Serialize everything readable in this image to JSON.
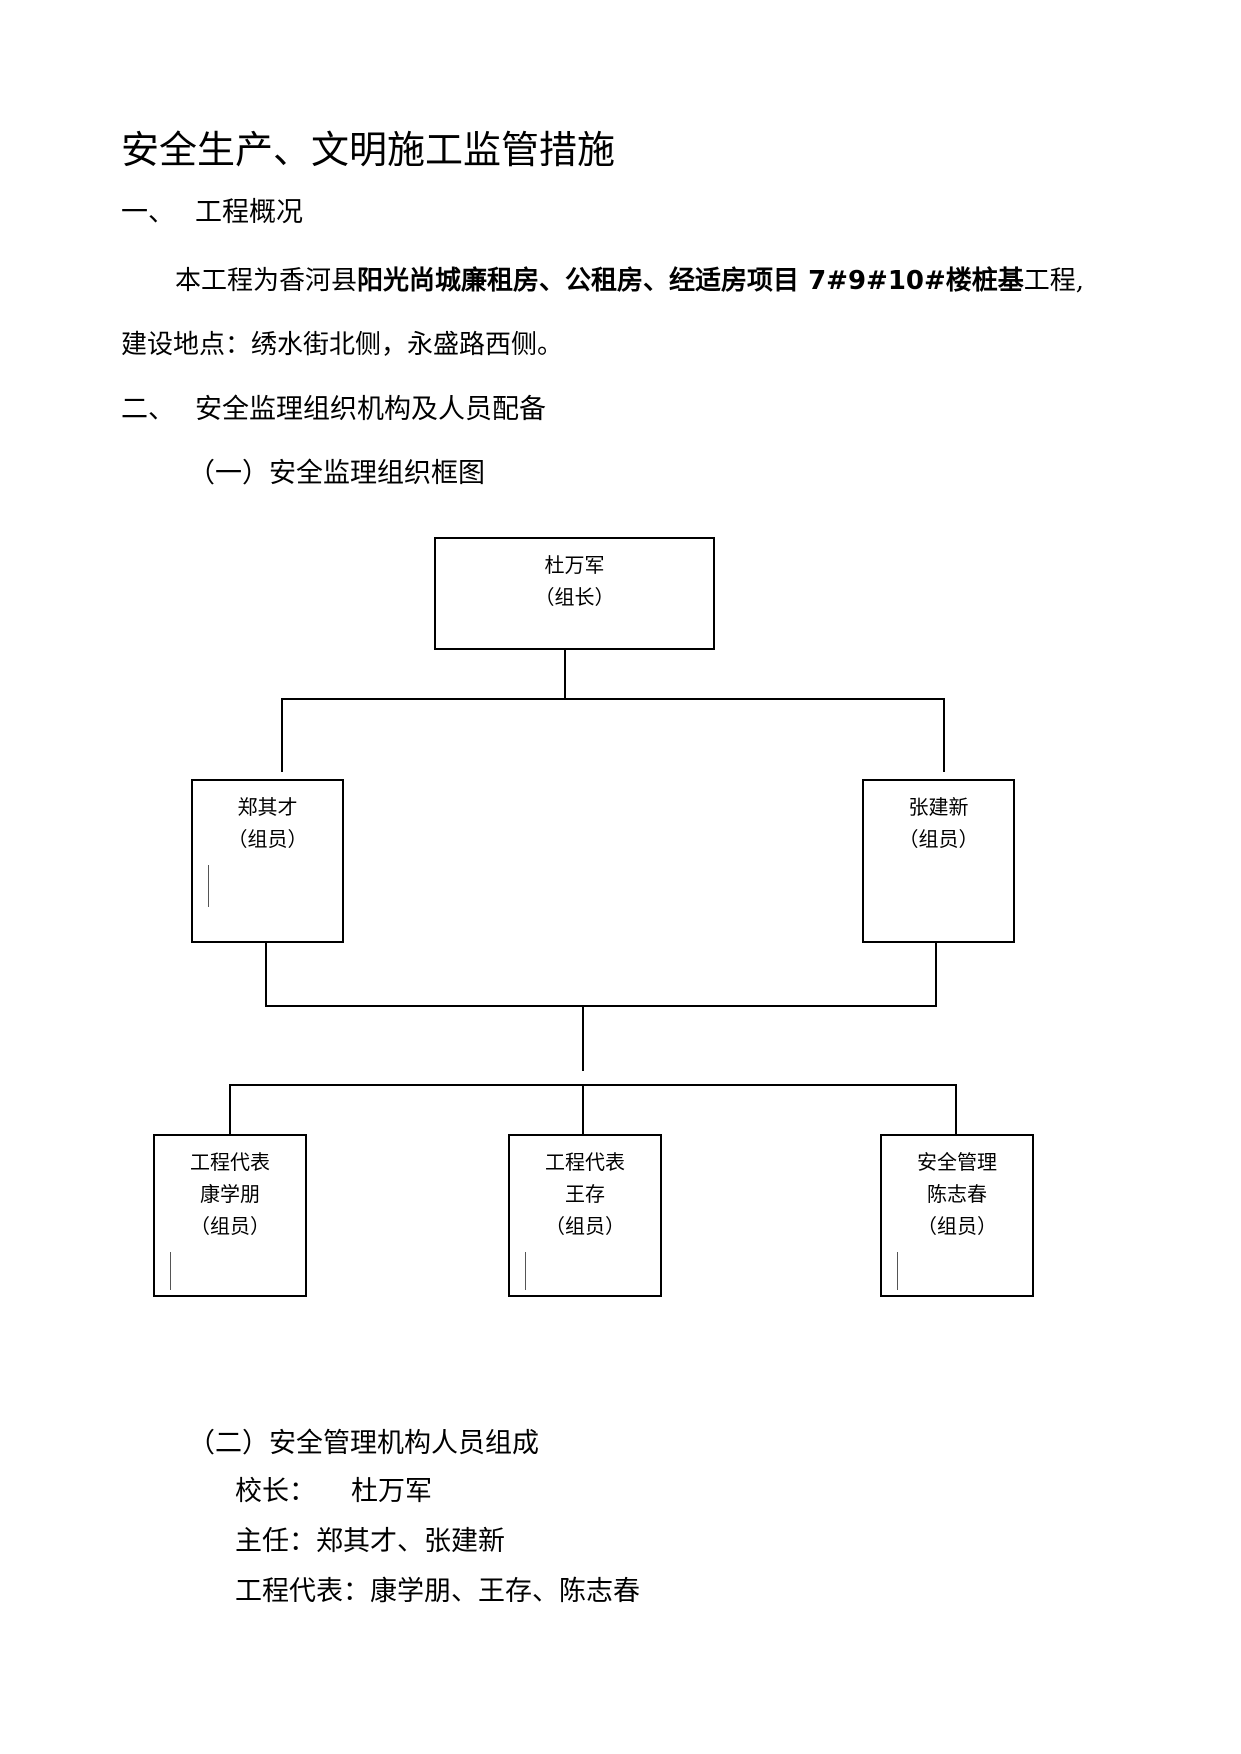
{
  "title": "安全生产、文明施工监管措施",
  "section1": {
    "num": "一、",
    "heading": "工程概况",
    "para_pre": "本工程为香河县",
    "para_bold": "阳光尚城廉租房、公租房、经适房项目 7#9#10#楼桩基",
    "para_post": "工程,",
    "line2": "建设地点：绣水街北侧，永盛路西侧。"
  },
  "section2": {
    "num": "二、",
    "heading": "安全监理组织机构及人员配备",
    "sub1": "（一）安全监理组织框图",
    "sub2": "（二）安全管理机构人员组成"
  },
  "org": {
    "leader": {
      "name": "杜万军",
      "role": "（组长）"
    },
    "level2": [
      {
        "name": "郑其才",
        "role": "（组员）"
      },
      {
        "name": "张建新",
        "role": "（组员）"
      }
    ],
    "level3": [
      {
        "title": "工程代表",
        "name": "康学朋",
        "role": "（组员）"
      },
      {
        "title": "工程代表",
        "name": "王存",
        "role": "（组员）"
      },
      {
        "title": "安全管理",
        "name": "陈志春",
        "role": "（组员）"
      }
    ]
  },
  "members": {
    "line1_label": "校长：",
    "line1_value": "杜万军",
    "line2": "主任：郑其才、张建新",
    "line3": "工程代表：康学朋、王存、陈志春"
  }
}
